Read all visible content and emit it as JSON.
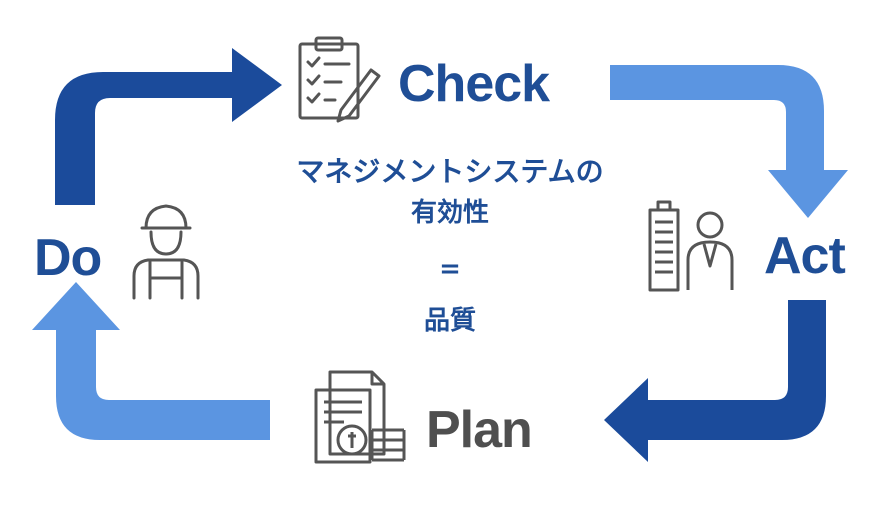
{
  "cycle": {
    "check": "Check",
    "act": "Act",
    "plan": "Plan",
    "do": "Do"
  },
  "center": {
    "line1": "マネジメントシステムの",
    "line2": "有効性",
    "equals": "=",
    "line3": "品質"
  },
  "colors": {
    "dark_blue": "#1b4b9b",
    "light_blue": "#5b95e1",
    "label_gray": "#4f4f4f",
    "label_blue": "#1f4e96",
    "icon_gray": "#555555"
  },
  "icons": [
    "checklist-icon",
    "office-worker-icon",
    "invoice-coins-icon",
    "construction-worker-icon"
  ]
}
